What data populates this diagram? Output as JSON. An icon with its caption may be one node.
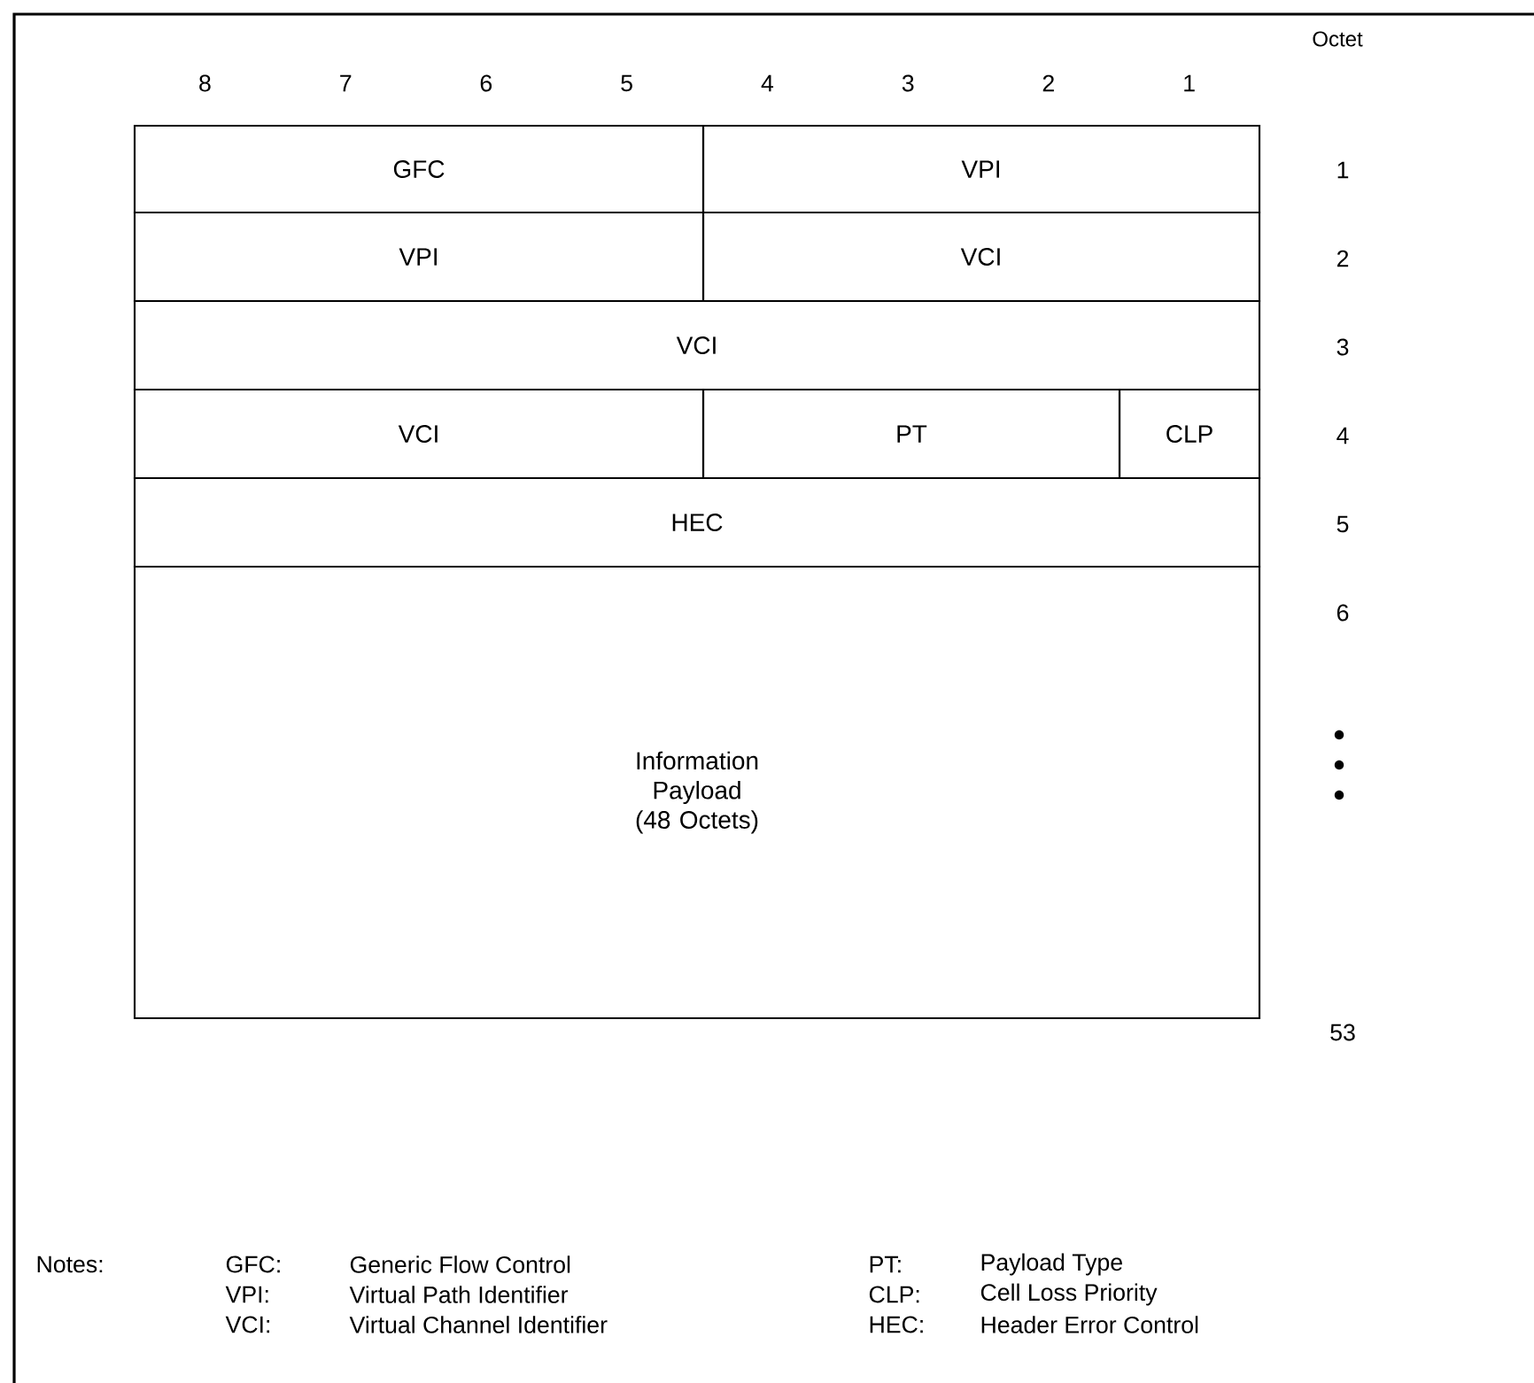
{
  "diagram": {
    "nodes": [
      {
        "text": [
          "GFC"
        ]
      },
      {
        "text": [
          "VPI"
        ]
      },
      {
        "text": [
          "VPI"
        ]
      },
      {
        "text": [
          "VCI"
        ]
      },
      {
        "text": [
          "VCI"
        ]
      },
      {
        "text": [
          "VCI"
        ]
      },
      {
        "text": [
          "PT"
        ]
      },
      {
        "text": [
          "CLP"
        ]
      },
      {
        "text": [
          "HEC"
        ]
      },
      {
        "text": [
          "Information Payload (48 Octets)"
        ]
      }
    ],
    "labels": [
      "Octet",
      "8",
      "7",
      "6",
      "5",
      "4",
      "3",
      "2",
      "1",
      "1",
      "2",
      "3",
      "4",
      "5",
      "6",
      "53",
      "Notes:",
      "GFC:",
      "Generic Flow Control",
      "PT:",
      "Payload Type",
      "VPI:",
      "Virtual Path Identifier",
      "CLP:",
      "Cell Loss Priority",
      "VCI:",
      "Virtual Channel Identifier",
      "HEC:",
      "Header Error Control"
    ]
  }
}
